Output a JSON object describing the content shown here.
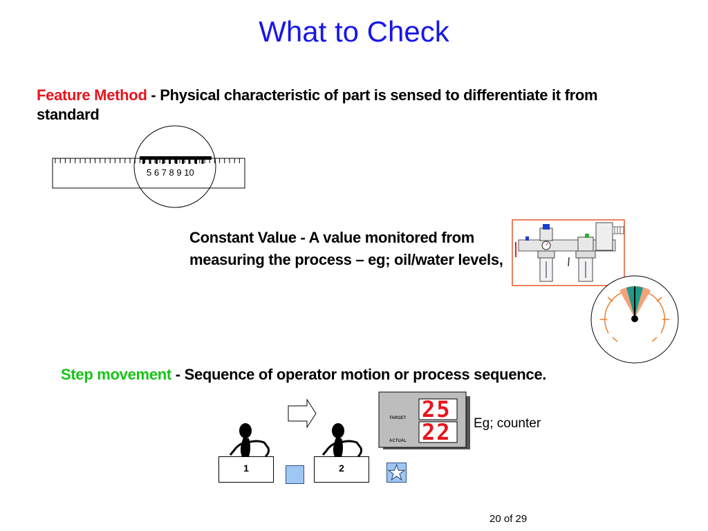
{
  "title": "What to Check",
  "feature": {
    "term": "Feature Method",
    "description": " - Physical characteristic of part is sensed to differentiate it from standard"
  },
  "ruler": {
    "numbers": "5 6 7 8 9 10"
  },
  "constant": {
    "text": "Constant Value  - A value monitored from measuring the process – eg; oil/water levels,"
  },
  "step": {
    "term": "Step movement",
    "description": " - Sequence of operator motion or process sequence."
  },
  "counter": {
    "target_label": "TARGET",
    "actual_label": "ACTUAL",
    "target_value": "25",
    "actual_value": "22",
    "caption": "Eg; counter"
  },
  "stations": {
    "station1": "1",
    "station2": "2"
  },
  "icons": {
    "operator": "operator-figure-icon",
    "arrow": "right-arrow-icon",
    "star": "star-icon",
    "gauge": "pressure-gauge-icon",
    "filter": "air-filter-regulator-icon"
  },
  "colors": {
    "title": "#1616e8",
    "feature_term": "#e8141c",
    "step_term": "#16c416",
    "gauge_arc": "#f07a2a",
    "gauge_zone": "#1d9a8a",
    "counter_digits": "#e8141c"
  },
  "page": "20 of 29"
}
